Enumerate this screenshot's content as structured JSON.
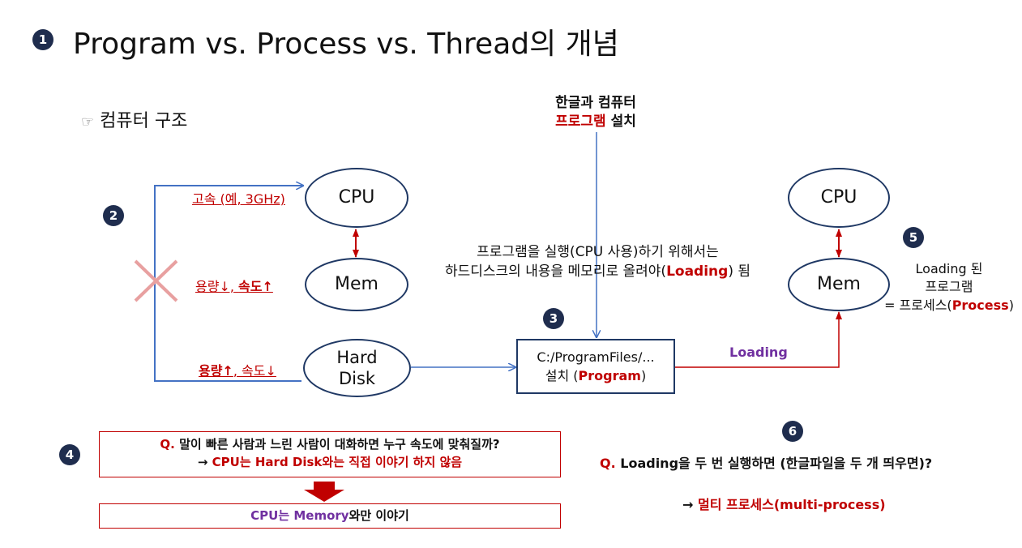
{
  "title": {
    "badge": "1",
    "text": "Program vs. Process vs. Thread의 개념"
  },
  "subtitle": {
    "icon": "☞",
    "text": "컴퓨터 구조"
  },
  "left": {
    "badge": "2",
    "cpu": "CPU",
    "mem": "Mem",
    "disk_line1": "Hard",
    "disk_line2": "Disk",
    "label_cpu": "고속 (예, 3GHz)",
    "label_mem_a": "용량↓, ",
    "label_mem_b": "속도↑",
    "label_disk_a": "용량↑",
    "label_disk_b": ", 속도↓"
  },
  "install": {
    "line1": "한글과 컴퓨터",
    "line2_red": "프로그램",
    "line2_rest": " 설치"
  },
  "explain": {
    "line1": "프로그램을 실행(CPU 사용)하기 위해서는",
    "line2_a": "하드디스크의 내용을 메모리로 올려야(",
    "line2_b": "Loading",
    "line2_c": ") 됨"
  },
  "program_box": {
    "badge": "3",
    "line1": "C:/ProgramFiles/...",
    "line2_a": "설치 (",
    "line2_b": "Program",
    "line2_c": ")"
  },
  "loading_label": "Loading",
  "right": {
    "badge": "5",
    "cpu": "CPU",
    "mem": "Mem",
    "note1": "Loading 된",
    "note2": "프로그램",
    "note3_a": "= 프로세스(",
    "note3_b": "Process",
    "note3_c": ")"
  },
  "q4": {
    "badge": "4",
    "line1_q": "Q.",
    "line1": " 말이 빠른 사람과 느린 사람이 대화하면 누구 속도에 맞춰질까?",
    "line2_arrow": "→ ",
    "line2": "CPU는 Hard Disk와는 직접 이야기 하지 않음",
    "answer_a": "CPU는 ",
    "answer_b": "Memory",
    "answer_c": "와만 이야기"
  },
  "q6": {
    "badge": "6",
    "q": "Q.",
    "text": " Loading을 두 번 실행하면 (한글파일을 두 개 띄우면)?",
    "arrow": "→ ",
    "answer": "멀티 프로세스(multi-process)"
  },
  "colors": {
    "dark_red": "#c00000",
    "purple": "#7030a0",
    "navy": "#1f3864",
    "line_blue": "#4472c4"
  }
}
